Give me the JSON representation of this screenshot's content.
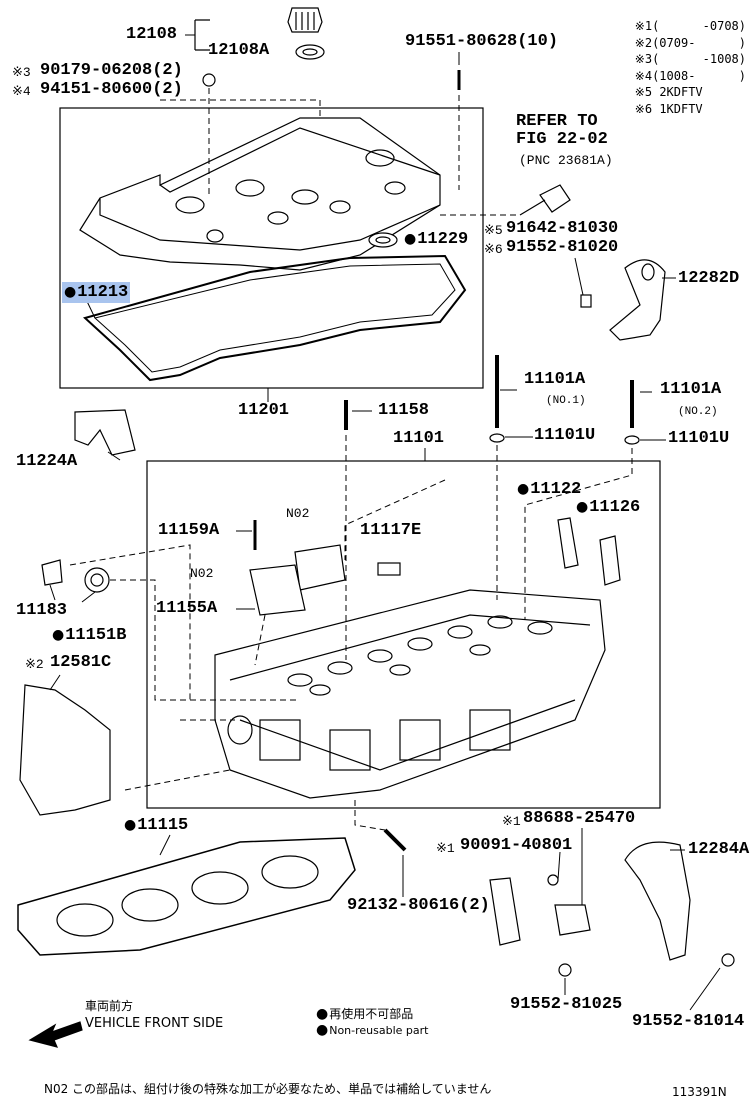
{
  "diagram_code": "113391N",
  "legend": [
    {
      "mark": "※1",
      "range": "(      -0708)"
    },
    {
      "mark": "※2",
      "range": "(0709-      )"
    },
    {
      "mark": "※3",
      "range": "(      -1008)"
    },
    {
      "mark": "※4",
      "range": "(1008-      )"
    },
    {
      "mark": "※5",
      "range": "2KDFTV"
    },
    {
      "mark": "※6",
      "range": "1KDFTV"
    }
  ],
  "refer": {
    "line1": "REFER TO",
    "line2": "FIG 22-02",
    "line3": "(PNC 23681A)"
  },
  "parts": {
    "p12108": "12108",
    "p12108A": "12108A",
    "p9155180628": "91551-80628(10)",
    "p9017906208": "90179-06208(2)",
    "p9415180600": "94151-80600(2)",
    "m3": "※3",
    "m4": "※4",
    "m5": "※5",
    "m6": "※6",
    "m2": "※2",
    "m1a": "※1",
    "m1b": "※1",
    "p11229": "11229",
    "p11213": "11213",
    "p9164281030": "91642-81030",
    "p9155281020": "91552-81020",
    "p12282D": "12282D",
    "p11201": "11201",
    "p11101A_1": "11101A",
    "no1": "(NO.1)",
    "p11101A_2": "11101A",
    "no2": "(NO.2)",
    "p11101U_1": "11101U",
    "p11101U_2": "11101U",
    "p11158": "11158",
    "p11101": "11101",
    "p11224A": "11224A",
    "p11122": "11122",
    "p11126": "11126",
    "p11159A": "11159A",
    "n02a": "N02",
    "n02b": "N02",
    "p11117E": "11117E",
    "p11155A": "11155A",
    "p11183": "11183",
    "p11151B": "11151B",
    "p12581C": "12581C",
    "p11115": "11115",
    "p8868825470": "88688-25470",
    "p9009140801": "90091-40801",
    "p12284A": "12284A",
    "p9213280616": "92132-80616(2)",
    "p9155281025": "91552-81025",
    "p9155281014": "91552-81014"
  },
  "footer": {
    "front_jp": "車両前方",
    "front_en": "VEHICLE FRONT SIDE",
    "nr_jp": "再使用不可部品",
    "nr_en": "Non-reusable part",
    "note": "N02 この部品は、組付け後の特殊な加工が必要なため、単品では補給していません"
  }
}
